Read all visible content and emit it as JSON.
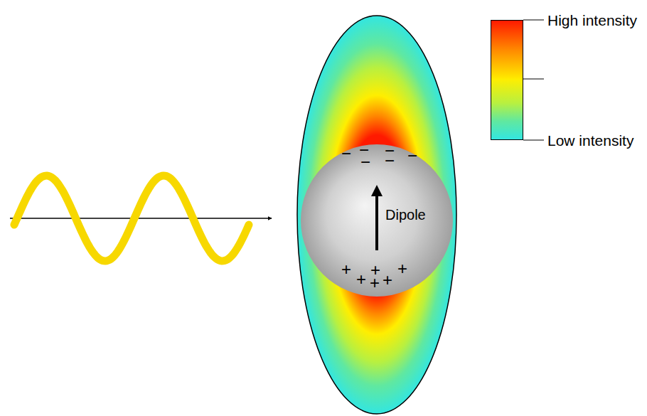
{
  "diagram": {
    "nodes": [
      {
        "text": [
          "Dipole"
        ]
      }
    ],
    "labels": [
      "−",
      "−",
      "−",
      "−",
      "−",
      "−",
      "+",
      "+",
      "+",
      "+",
      "+",
      "+"
    ],
    "legend": [
      {
        "text": "High intensity",
        "color": "#ff1a00"
      },
      {
        "text": "Low intensity",
        "color": "#33e6e0"
      }
    ]
  }
}
